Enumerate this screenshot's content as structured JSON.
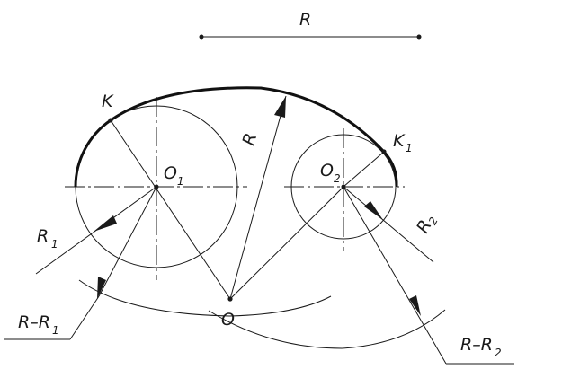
{
  "labels": {
    "R_top": "R",
    "R_mid": "R",
    "K": "K",
    "K1_main": "K",
    "K1_sub": "1",
    "O1_main": "O",
    "O1_sub": "1",
    "O2_main": "O",
    "O2_sub": "2",
    "O": "O",
    "R1_main": "R",
    "R1_sub": "1",
    "R2_main": "R",
    "R2_sub": "2",
    "RmR1_main": "R–R",
    "RmR1_sub": "1",
    "RmR2_main": "R–R",
    "RmR2_sub": "2"
  }
}
